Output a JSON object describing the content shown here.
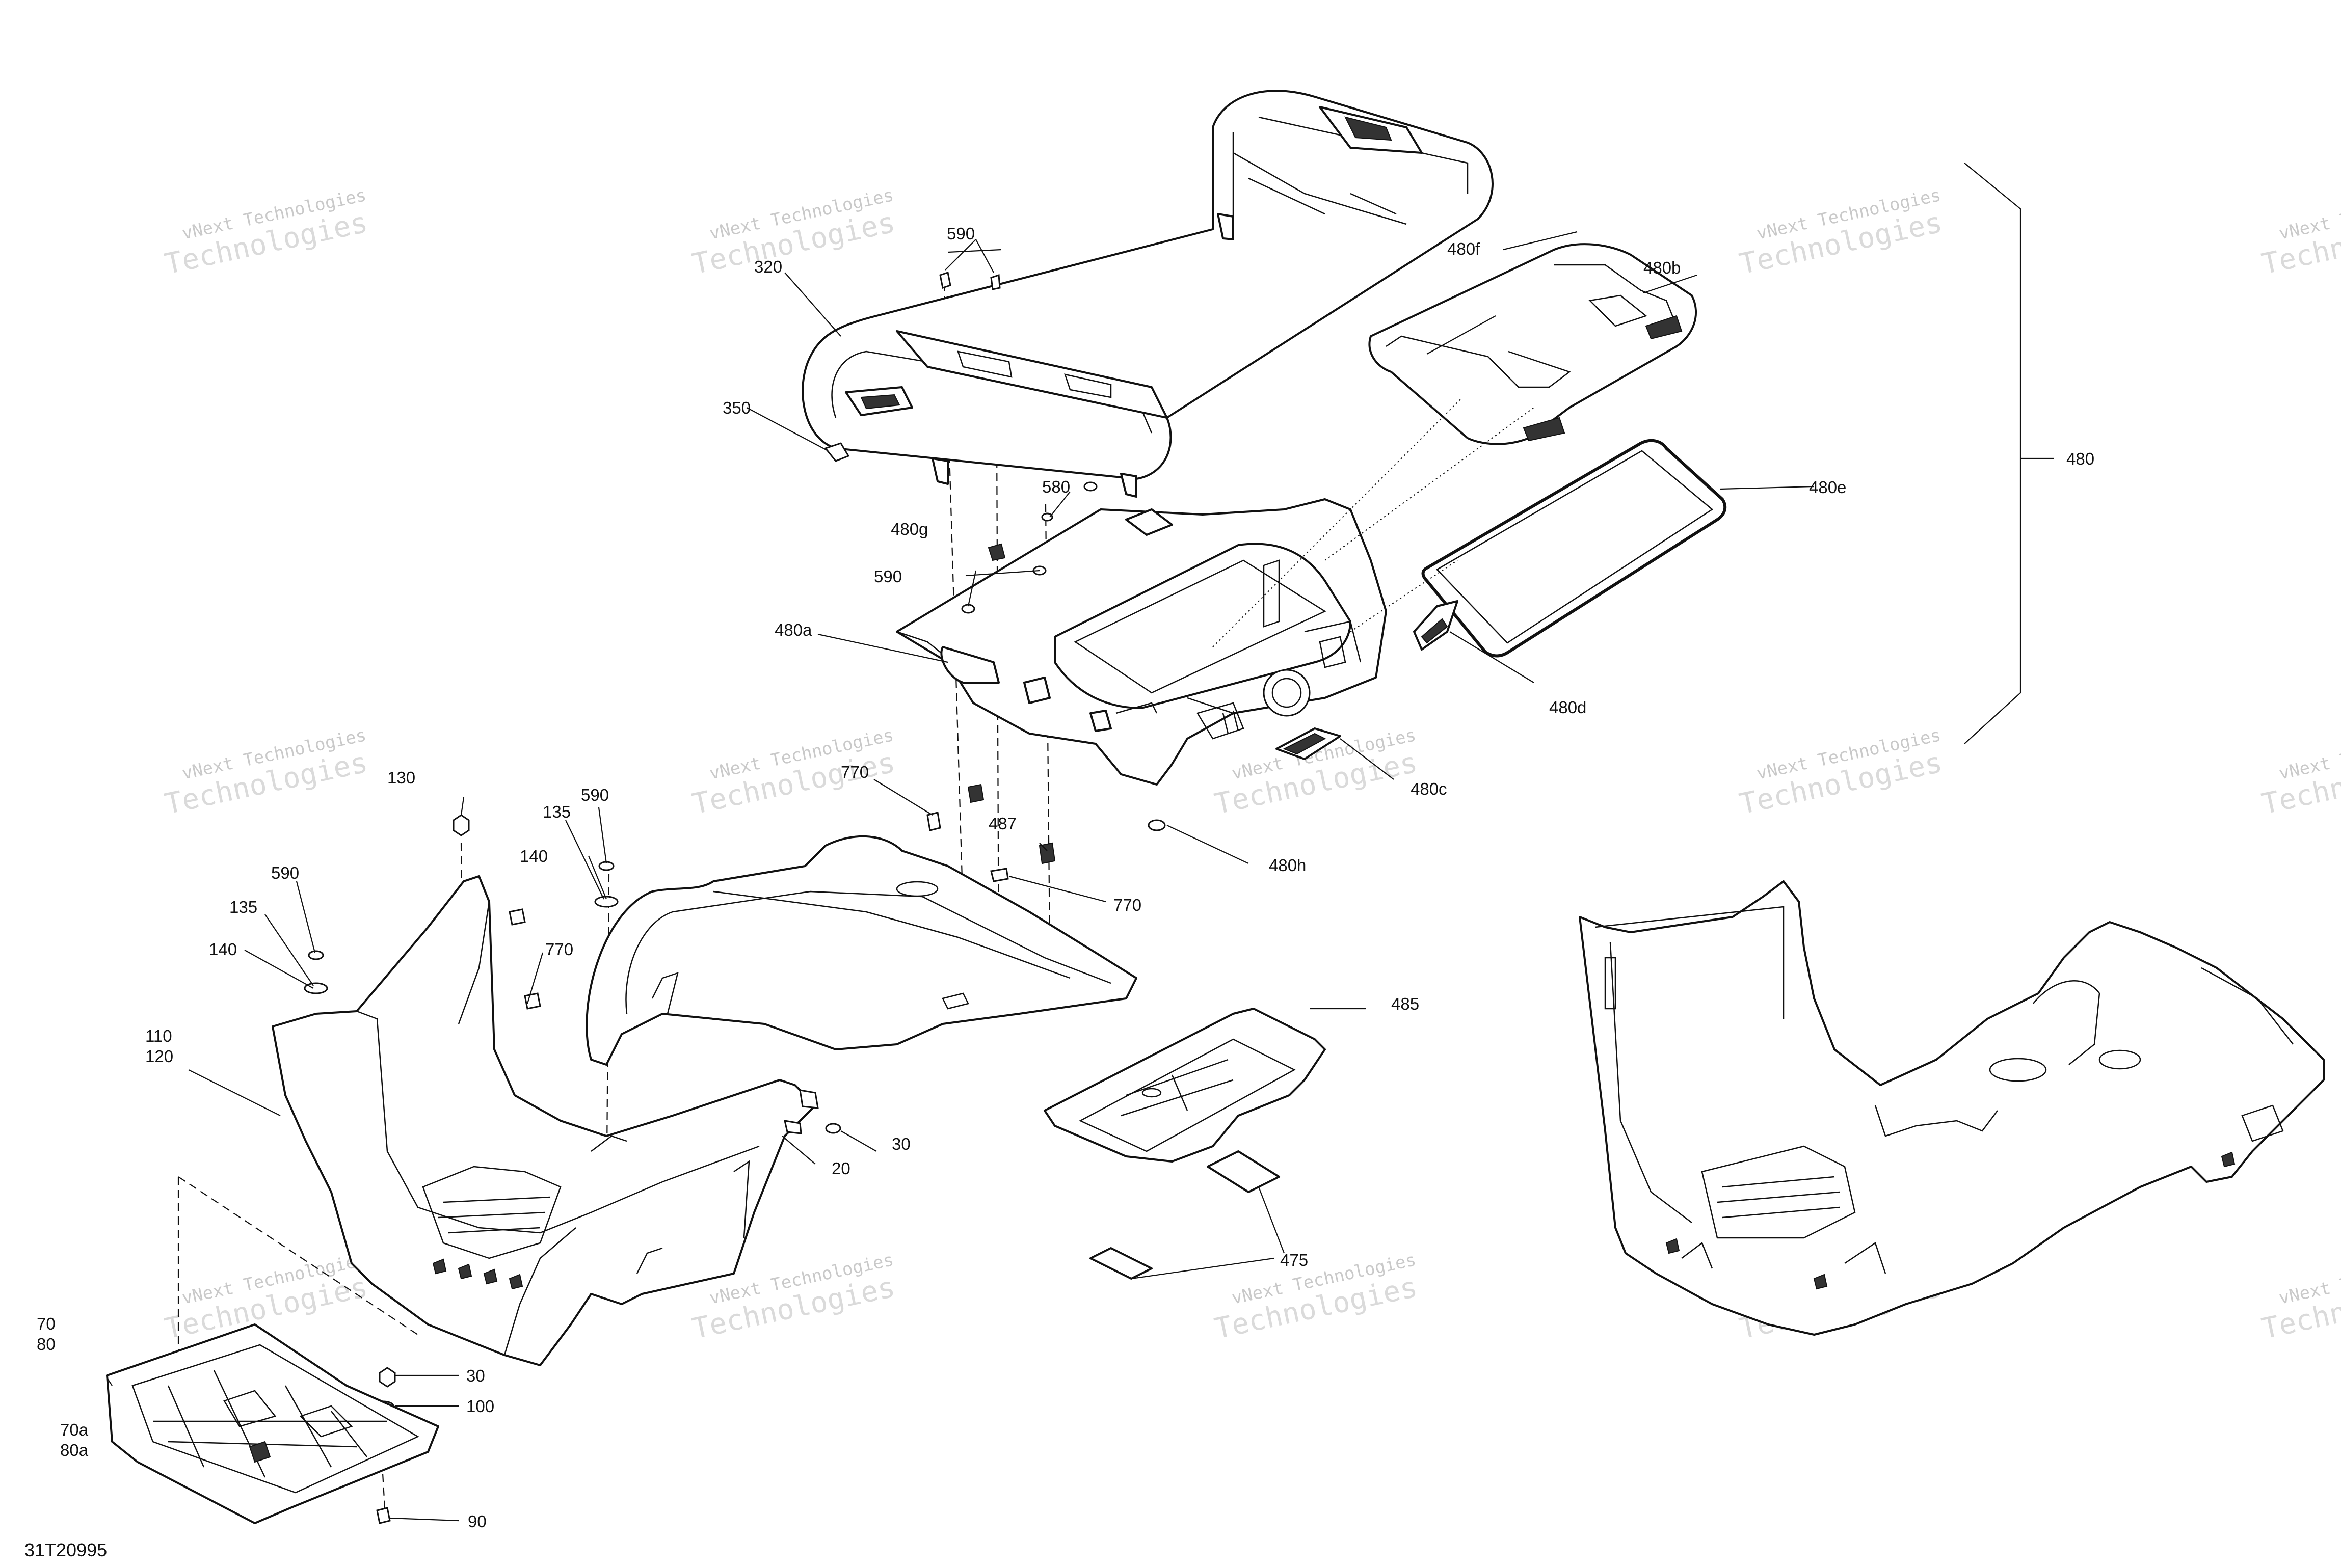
{
  "drawing_number": "31T20995",
  "watermark": {
    "line1": "vNext Technologies",
    "line2": "Technologies"
  },
  "callouts": [
    {
      "id": "c590a",
      "text": "590"
    },
    {
      "id": "c320",
      "text": "320"
    },
    {
      "id": "c350",
      "text": "350"
    },
    {
      "id": "c480f",
      "text": "480f"
    },
    {
      "id": "c480b",
      "text": "480b"
    },
    {
      "id": "c480",
      "text": "480"
    },
    {
      "id": "c480e",
      "text": "480e"
    },
    {
      "id": "c580",
      "text": "580"
    },
    {
      "id": "c480g",
      "text": "480g"
    },
    {
      "id": "c590b",
      "text": "590"
    },
    {
      "id": "c480a",
      "text": "480a"
    },
    {
      "id": "c480d",
      "text": "480d"
    },
    {
      "id": "c480c",
      "text": "480c"
    },
    {
      "id": "c480h",
      "text": "480h"
    },
    {
      "id": "c770a",
      "text": "770"
    },
    {
      "id": "c487",
      "text": "487"
    },
    {
      "id": "c770b",
      "text": "770"
    },
    {
      "id": "c130",
      "text": "130"
    },
    {
      "id": "c590c",
      "text": "590"
    },
    {
      "id": "c135a",
      "text": "135"
    },
    {
      "id": "c140a",
      "text": "140"
    },
    {
      "id": "c590d",
      "text": "590"
    },
    {
      "id": "c135b",
      "text": "135"
    },
    {
      "id": "c140b",
      "text": "140"
    },
    {
      "id": "c770c",
      "text": "770"
    },
    {
      "id": "c110",
      "text": "110"
    },
    {
      "id": "c120",
      "text": "120"
    },
    {
      "id": "c30a",
      "text": "30"
    },
    {
      "id": "c20",
      "text": "20"
    },
    {
      "id": "c485",
      "text": "485"
    },
    {
      "id": "c475",
      "text": "475"
    },
    {
      "id": "c70",
      "text": "70"
    },
    {
      "id": "c80",
      "text": "80"
    },
    {
      "id": "c30b",
      "text": "30"
    },
    {
      "id": "c100",
      "text": "100"
    },
    {
      "id": "c70a",
      "text": "70a"
    },
    {
      "id": "c80a",
      "text": "80a"
    },
    {
      "id": "c90",
      "text": "90"
    }
  ]
}
